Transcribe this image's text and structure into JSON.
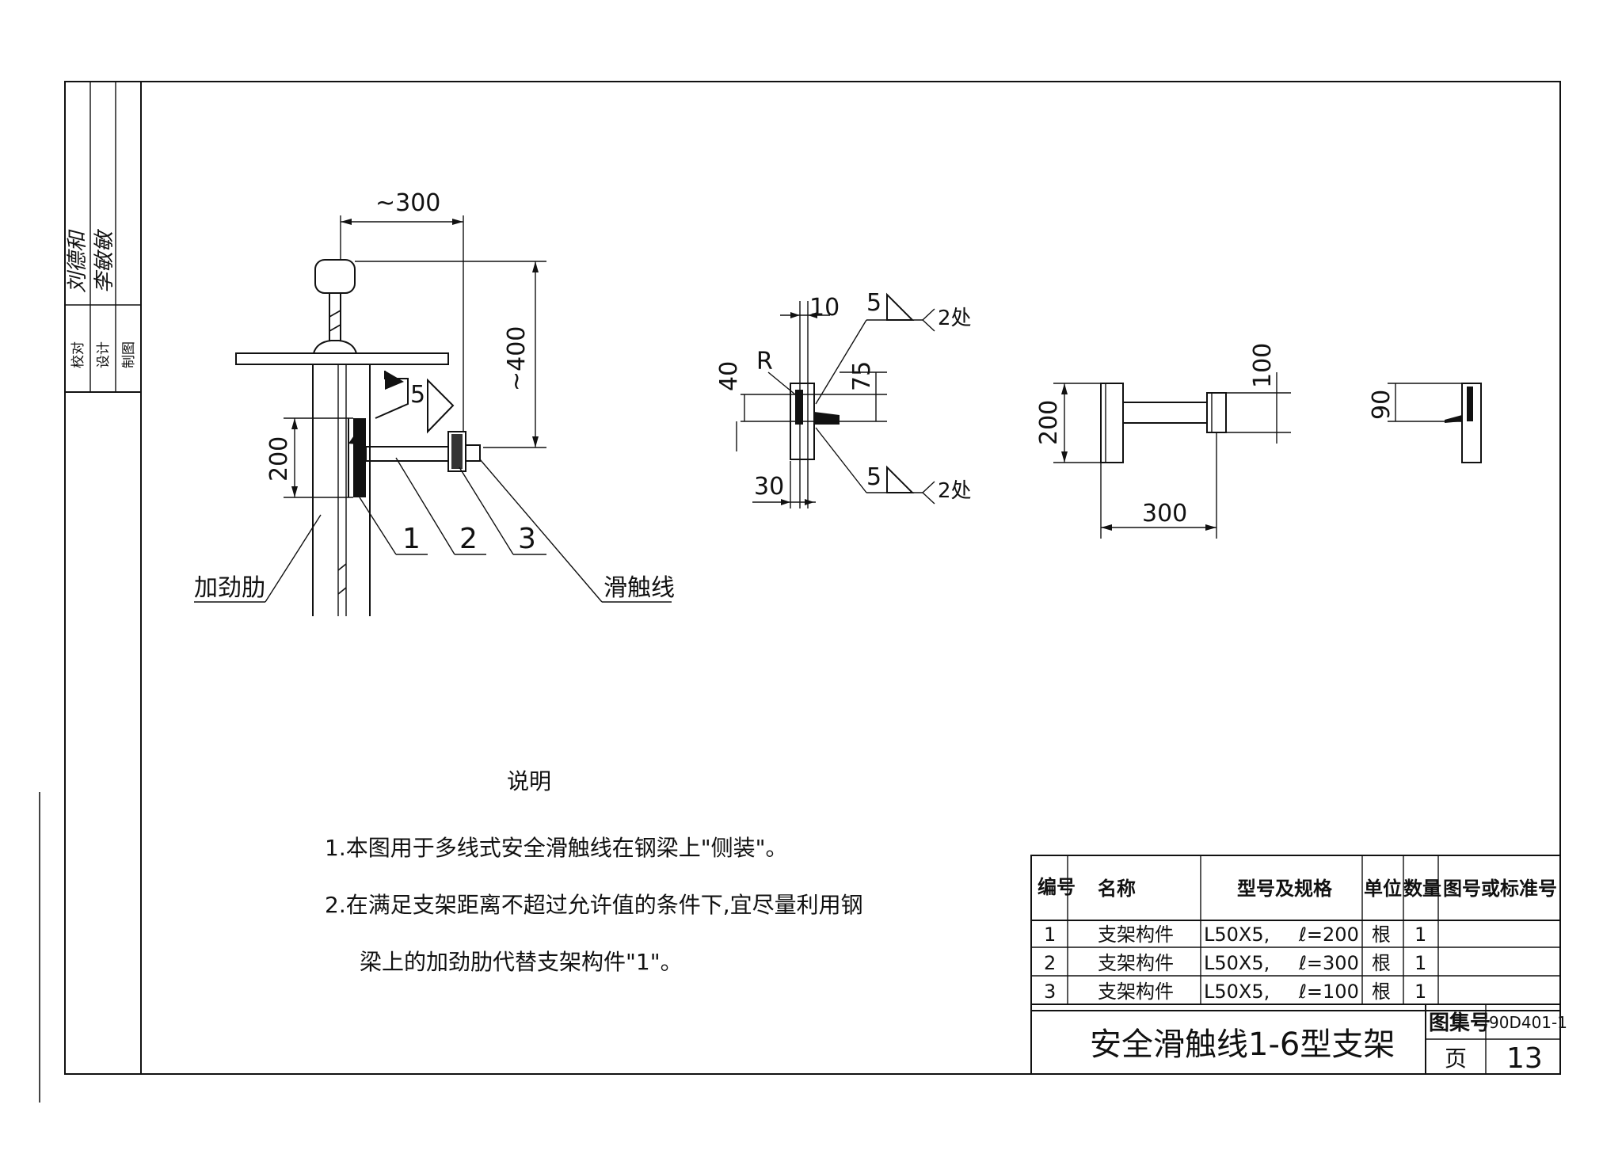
{
  "title_block": {
    "drawing_title": "安全滑触线1-6型支架",
    "atlas_label": "图集号",
    "atlas_number": "90D401-1",
    "page_label": "页",
    "page_number": "13"
  },
  "approval_block": {
    "roles": [
      "校对",
      "设计",
      "制图"
    ],
    "signatures": [
      "刘德和",
      "李敏敏"
    ]
  },
  "side_view": {
    "dim_top": "~300",
    "dim_vertical": "~400",
    "dim_left": "200",
    "weld_size": "5",
    "callouts": [
      "1",
      "2",
      "3"
    ],
    "label_rib": "加劲肋",
    "label_trolley": "滑触线"
  },
  "detail_view": {
    "dim_10": "10",
    "dim_40": "40",
    "dim_75": "75",
    "dim_30": "30",
    "label_r": "R",
    "weld_top": "5",
    "weld_top_note": "2处",
    "weld_bottom": "5",
    "weld_bottom_note": "2处"
  },
  "plan_view": {
    "dim_200": "200",
    "dim_100": "100",
    "dim_300": "300"
  },
  "end_view": {
    "dim_90": "90"
  },
  "notes": {
    "heading": "说明",
    "line1": "1.本图用于多线式安全滑触线在钢梁上\"侧装\"。",
    "line2": "2.在满足支架距离不超过允许值的条件下,宜尽量利用钢",
    "line3": "梁上的加劲肋代替支架构件\"1\"。"
  },
  "parts_table": {
    "headers": {
      "no": "编号",
      "name": "名称",
      "spec": "型号及规格",
      "unit": "单位",
      "qty": "数量",
      "ref": "图号或标准号"
    },
    "rows": [
      {
        "no": "1",
        "name": "支架构件",
        "spec": "L50X5,",
        "len": "ℓ=200",
        "unit": "根",
        "qty": "1",
        "ref": ""
      },
      {
        "no": "2",
        "name": "支架构件",
        "spec": "L50X5,",
        "len": "ℓ=300",
        "unit": "根",
        "qty": "1",
        "ref": ""
      },
      {
        "no": "3",
        "name": "支架构件",
        "spec": "L50X5,",
        "len": "ℓ=100",
        "unit": "根",
        "qty": "1",
        "ref": ""
      }
    ]
  }
}
